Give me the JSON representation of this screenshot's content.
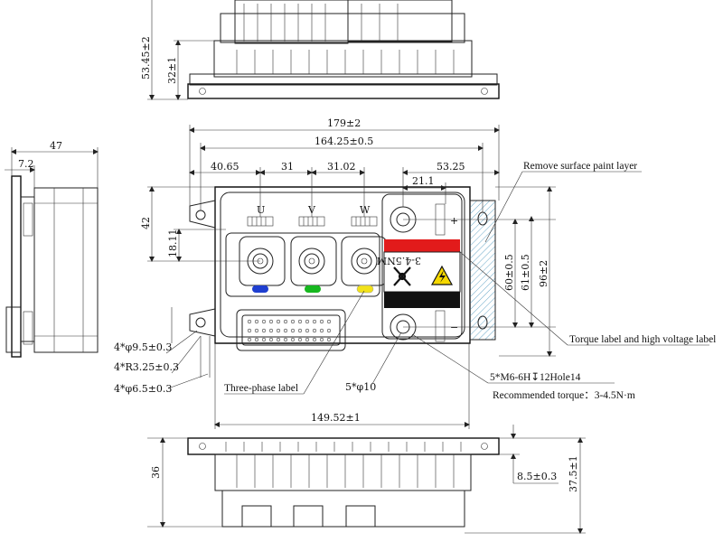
{
  "top_view": {
    "dims": {
      "total_height": "53.45±2",
      "base_height": "32±1"
    }
  },
  "side_view": {
    "dims": {
      "width": "47",
      "offset": "7.2"
    }
  },
  "front_view": {
    "dims": {
      "overall_width": "179±2",
      "hole_span": "164.25±0.5",
      "first_offset": "40.65",
      "pitch_1": "31",
      "pitch_2": "31.02",
      "right_offset": "53.25",
      "terminal_offset": "21.1",
      "upper_height": "42",
      "terminal_row": "18.11",
      "height_60": "60±0.5",
      "height_61": "61±0.5",
      "overall_height": "96±2",
      "hole_dia": "4*φ9.5±0.3",
      "corner_radius": "4*R3.25±0.3",
      "slot_dia": "4*φ6.5±0.3",
      "base_width": "149.52±1",
      "bolt_dia": "5*φ10"
    },
    "phase_labels": [
      "U",
      "V",
      "W"
    ],
    "plus_sign": "+",
    "minus_sign": "−",
    "torque_label": "3-4.5NM",
    "callouts": {
      "remove_paint": "Remove surface paint layer",
      "torque_label": "Torque label and high voltage label",
      "three_phase": "Three-phase label",
      "holes": "5*M6-6H↧12Hole14",
      "torque": "Recommended torque：3-4.5N·m"
    },
    "colors": {
      "phase_u": "#1f3fd0",
      "phase_v": "#17b81f",
      "phase_w": "#f2e21a",
      "warning_red": "#e21b1b",
      "warning_yellow": "#f5d800"
    }
  },
  "bottom_view": {
    "dims": {
      "height": "36",
      "total_height": "37.5±1",
      "foot": "8.5±0.3"
    }
  }
}
